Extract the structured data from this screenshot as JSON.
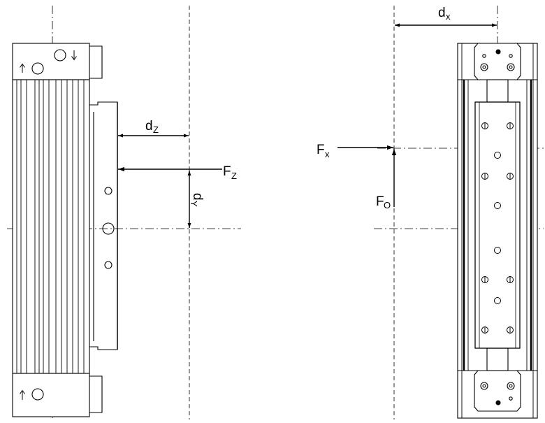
{
  "labels": {
    "dz": {
      "main": "d",
      "sub": "Z"
    },
    "fz": {
      "main": "F",
      "sub": "Z"
    },
    "dy": {
      "main": "d",
      "sub": "Y"
    },
    "dx": {
      "main": "d",
      "sub": "x"
    },
    "fx": {
      "main": "F",
      "sub": "x"
    },
    "fo": {
      "main": "F",
      "sub": "O"
    }
  },
  "colors": {
    "line": "#000000",
    "background": "#ffffff",
    "hatch": "#555555"
  },
  "icons": [
    "arrow-up-icon",
    "arrow-down-icon"
  ]
}
